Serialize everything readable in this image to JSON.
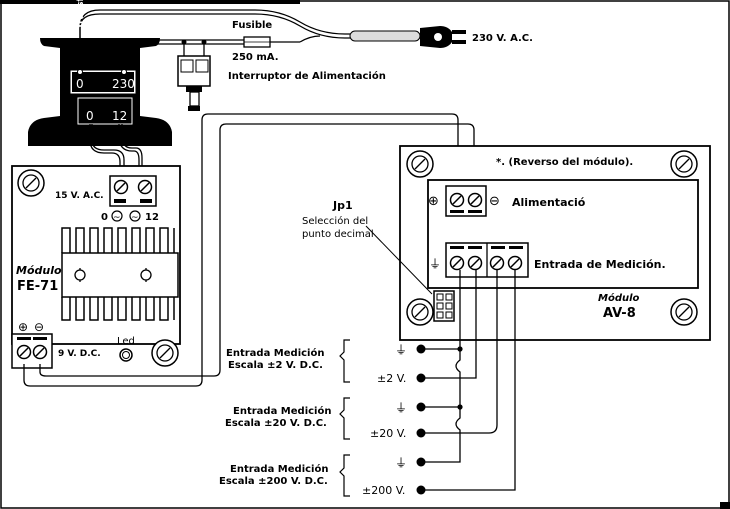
{
  "mains": {
    "fuse_label": "Fusible",
    "fuse_rating": "250 mA.",
    "plug_label": "230 V. A.C.",
    "switch_label": "Interruptor de Alimentación"
  },
  "transformer": {
    "label": "Transformer",
    "primary_0": "0",
    "primary_230": "230",
    "secondary_0": "0",
    "secondary_12": "12"
  },
  "fe71": {
    "input_label": "15 V. A.C.",
    "ac_0": "0",
    "ac_12": "12",
    "ac_symbol": "~",
    "title_line1": "Módulo",
    "title_line2": "FE-71",
    "output_label": "9 V. D.C.",
    "plus": "⊕",
    "minus": "⊖",
    "led_label": "Led"
  },
  "av8": {
    "note": "*. (Reverso del módulo).",
    "power_label": "Alimentació",
    "plus": "⊕",
    "minus": "⊖",
    "measure_label": "Entrada de Medición.",
    "ground_symbol": "⏚",
    "title_line1": "Módulo",
    "title_line2": "AV-8"
  },
  "jumper": {
    "title": "Jp1",
    "line1": "Selección del",
    "line2": "punto decimal"
  },
  "inputs": [
    {
      "line1": "Entrada Medición",
      "line2": "Escala ±2 V. D.C.",
      "ground": "⏚",
      "range": "±2 V."
    },
    {
      "line1": "Entrada Medición",
      "line2": "Escala ±20 V. D.C.",
      "ground": "⏚",
      "range": "±20 V."
    },
    {
      "line1": "Entrada Medición",
      "line2": "Escala ±200 V. D.C.",
      "ground": "⏚",
      "range": "±200 V."
    }
  ]
}
